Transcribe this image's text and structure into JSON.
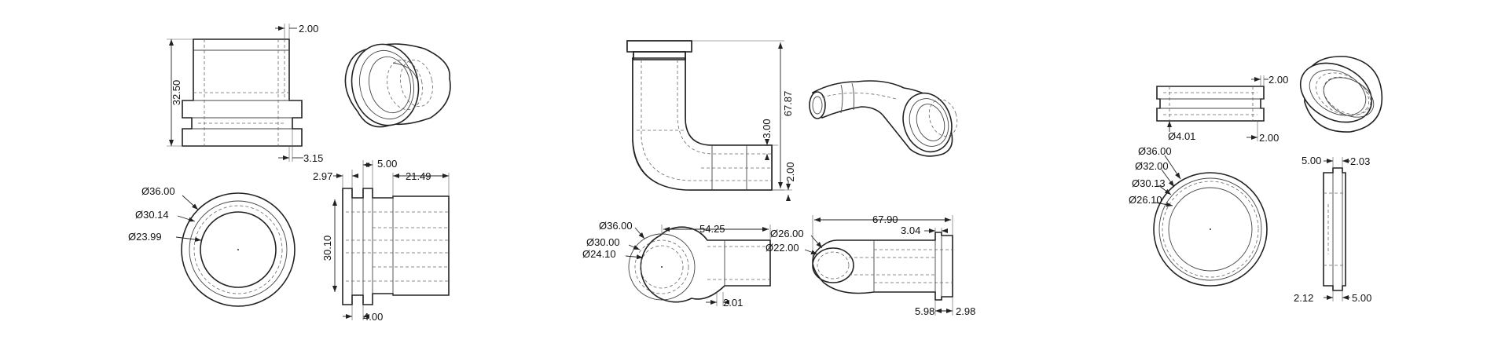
{
  "parts": [
    {
      "dims": {
        "side_height": "32.50",
        "side_wall": "2.00",
        "side_groove": "3.15",
        "dia_outer": "Ø36.00",
        "dia_mid": "Ø30.14",
        "dia_inner": "Ø23.99",
        "front_flange": "2.97",
        "front_groove": "5.00",
        "front_body": "21.49",
        "front_height": "30.10",
        "front_bottom": "4.00"
      }
    },
    {
      "dims": {
        "elbow_height": "67.87",
        "elbow_step": "3.00",
        "elbow_wall": "2.00",
        "top_dia_outer": "Ø36.00",
        "top_dia_mid": "Ø30.00",
        "top_dia_inner": "Ø24.10",
        "top_length": "54.25",
        "top_wall": "2.01",
        "right_length": "67.90",
        "right_flange": "3.04",
        "right_dia_outer": "Ø26.00",
        "right_dia_inner": "Ø22.00",
        "right_gap": "5.98",
        "right_lip": "2.98"
      }
    },
    {
      "dims": {
        "ring_wall": "2.00",
        "ring_bottom": "2.00",
        "ring_hole": "Ø4.01",
        "dia_outer": "Ø36.00",
        "dia_2": "Ø32.00",
        "dia_3": "Ø30.13",
        "dia_4": "Ø26.10",
        "edge_top_left": "5.00",
        "edge_top_right": "2.03",
        "edge_bot_left": "2.12",
        "edge_bot_right": "5.00"
      }
    }
  ]
}
